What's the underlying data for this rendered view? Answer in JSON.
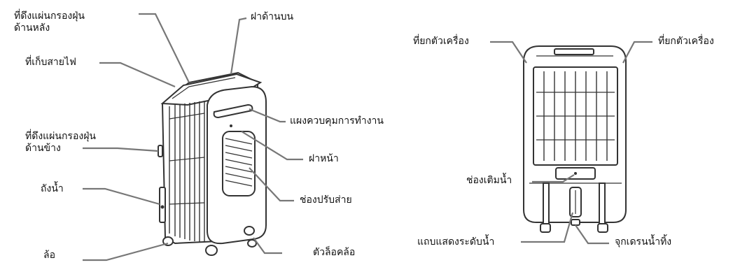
{
  "labels": {
    "rear_filter_handle": [
      "ที่ดึงแผ่นกรองฝุ่น",
      "ด้านหลัง"
    ],
    "top_cover": "ฝาด้านบน",
    "cord_storage": "ที่เก็บสายไฟ",
    "control_panel": "แผงควบคุมการทำงาน",
    "side_filter_handle": [
      "ที่ดึงแผ่นกรองฝุ่น",
      "ด้านข้าง"
    ],
    "front_cover": "ฝาหน้า",
    "water_tank": "ถังน้ำ",
    "louver": "ช่องปรับส่าย",
    "caster_lock": "ตัวล็อคล้อ",
    "wheel": "ล้อ",
    "carry_handle_left": "ที่ยกตัวเครื่อง",
    "carry_handle_right": "ที่ยกตัวเครื่อง",
    "water_inlet": "ช่องเติมน้ำ",
    "water_level_gauge": "แถบแสดงระดับน้ำ",
    "drain_plug": "จุกเดรนน้ำทิ้ง"
  }
}
